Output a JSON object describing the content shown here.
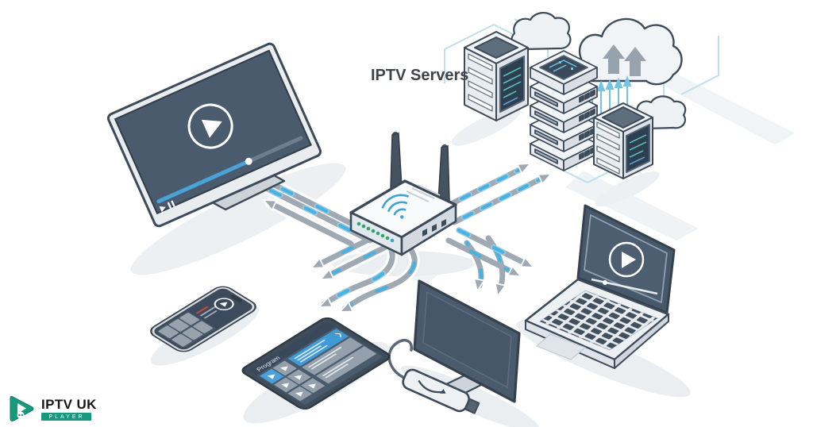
{
  "header": {
    "servers_label": "IPTV Servers"
  },
  "logo": {
    "brand": "IPTV UK",
    "sub": "PLAYER",
    "accent": "#17997e"
  },
  "tablet": {
    "header": "Program"
  },
  "colors": {
    "background": "#ffffff",
    "screen_slate": "#4a5b6e",
    "device_outline": "#3d4a59",
    "device_body": "#eef1f4",
    "arrow_gray": "#9fa9b3",
    "data_blue": "#3eb3e7",
    "circuit_blue": "#bcdde9",
    "led_green": "#2fa56c",
    "highlight_blue": "#4aa0d8",
    "accent_red": "#c2473a",
    "logo_teal": "#17997e"
  },
  "scene": {
    "devices": [
      "smart-tv",
      "wifi-router",
      "server-rack-left",
      "server-stack",
      "server-tower-right",
      "cloud-small",
      "cloud-large",
      "cloud-right",
      "laptop",
      "monitor-with-streaming-stick",
      "tablet",
      "smartphone"
    ]
  }
}
